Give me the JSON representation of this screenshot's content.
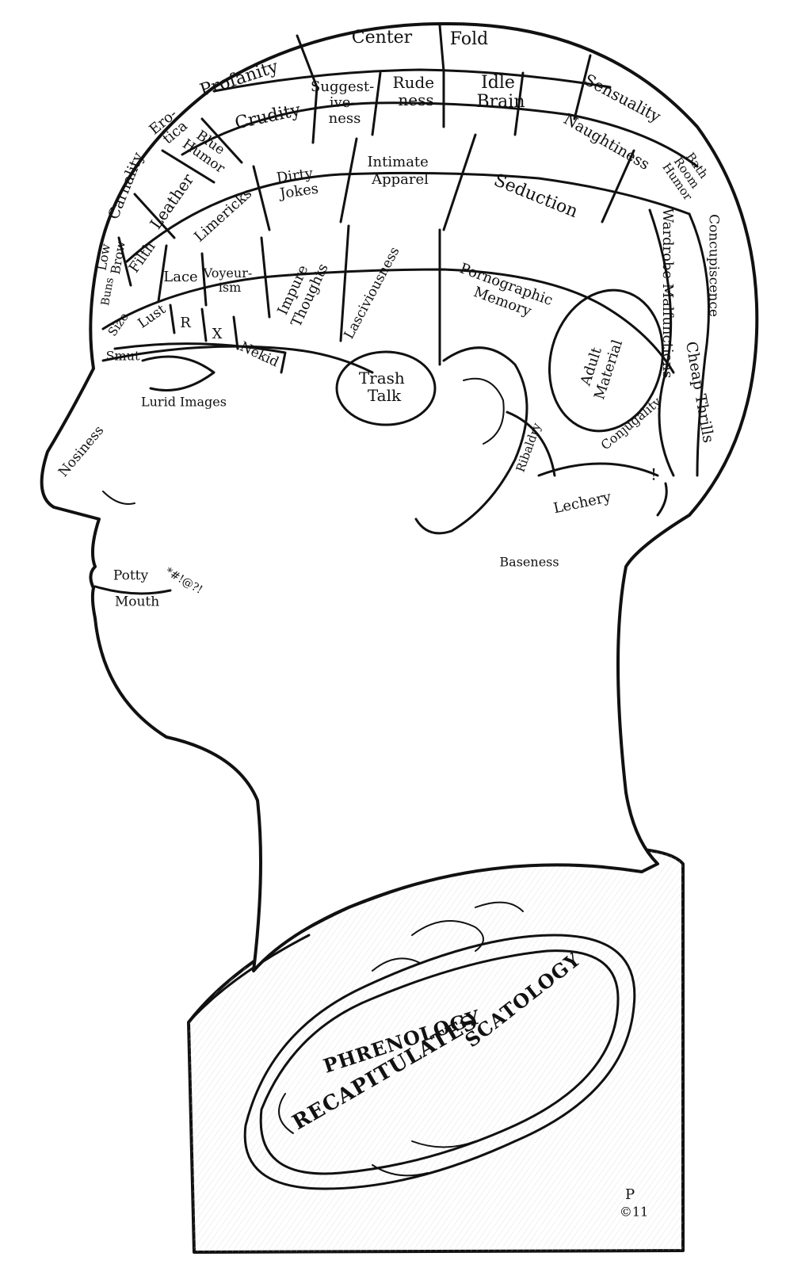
{
  "regions": {
    "center": "Center",
    "fold": "Fold",
    "profanity": "Profanity",
    "suggestiveness": [
      "Suggest-",
      "ive-",
      "ness"
    ],
    "rudeness": [
      "Rude",
      "ness"
    ],
    "idle_brain": [
      "Idle",
      "Brain"
    ],
    "sensuality": "Sensuality",
    "erotica": [
      "Ero-",
      "tica"
    ],
    "crudity": "Crudity",
    "naughtiness": "Naughtiness",
    "blue_humor": [
      "Blue",
      "Humor"
    ],
    "bath_room_humor": [
      "Bath",
      "Room",
      "Humor"
    ],
    "carnality": "Carnality",
    "leather": "Leather",
    "dirty_jokes": [
      "Dirty",
      "Jokes"
    ],
    "intimate_apparel": [
      "Intimate",
      "Apparel"
    ],
    "seduction": "Seduction",
    "limericks": "Limericks",
    "wardrobe_malfunctions": "Wardrobe Malfunctions",
    "concupiscence": "Concupiscence",
    "low_brow": [
      "Low",
      "Brow"
    ],
    "filth": "Filth",
    "lace": "Lace",
    "voyeurism": [
      "Voyeur-",
      "ism"
    ],
    "impure_thoughts": [
      "Impure",
      "Thoughts"
    ],
    "lasciviousness": "Lasciviousness",
    "pornographic_memory": [
      "Pornographic",
      "Memory"
    ],
    "buns": "Buns",
    "size": "Size",
    "lust": "Lust",
    "r": "R",
    "x": "X",
    "nekid": "Nekid",
    "adult_material": [
      "Adult",
      "Material"
    ],
    "cheap_thrills": "Cheap Thrills",
    "smut": "Smut",
    "trash_talk": [
      "Trash",
      "Talk"
    ],
    "lurid_images": "Lurid Images",
    "conjugality": "Conjugality",
    "ribaldry": "Ribaldry",
    "exclamation": "!",
    "nosiness": "Nosiness",
    "lechery": "Lechery",
    "baseness": "Baseness",
    "potty": "Potty",
    "mouth": "Mouth",
    "cursing": "*#!@?!"
  },
  "banner": {
    "line1": "PHRENOLOGY",
    "line2": "RECAPITULATES",
    "line3": "SCATOLOGY"
  },
  "signature": {
    "initial": "P",
    "year": "©11"
  }
}
